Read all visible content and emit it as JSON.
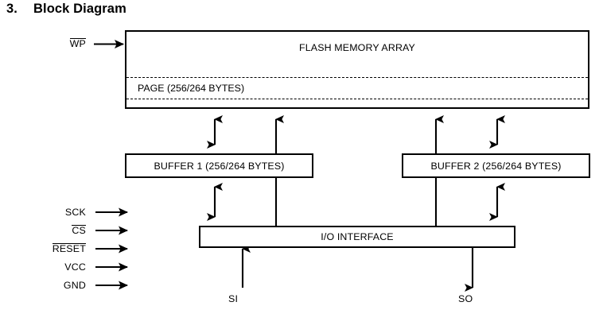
{
  "heading": {
    "number": "3.",
    "title": "Block Diagram"
  },
  "diagram": {
    "blocks": {
      "flash_array": "FLASH MEMORY ARRAY",
      "page_band": "PAGE (256/264 BYTES)",
      "buffer1": "BUFFER 1 (256/264 BYTES)",
      "buffer2": "BUFFER 2 (256/264 BYTES)",
      "io_interface": "I/O INTERFACE"
    },
    "pins": {
      "wp": {
        "label": "WP",
        "active_low": true,
        "direction": "input",
        "side": "left"
      },
      "sck": {
        "label": "SCK",
        "active_low": false,
        "direction": "input",
        "side": "left"
      },
      "cs": {
        "label": "CS",
        "active_low": true,
        "direction": "input",
        "side": "left"
      },
      "reset": {
        "label": "RESET",
        "active_low": true,
        "direction": "input",
        "side": "left"
      },
      "vcc": {
        "label": "VCC",
        "active_low": false,
        "direction": "input",
        "side": "left"
      },
      "gnd": {
        "label": "GND",
        "active_low": false,
        "direction": "input",
        "side": "left"
      },
      "si": {
        "label": "SI",
        "active_low": false,
        "direction": "input",
        "side": "bottom"
      },
      "so": {
        "label": "SO",
        "active_low": false,
        "direction": "output",
        "side": "bottom"
      }
    },
    "colors": {
      "line": "#000000",
      "background": "#ffffff",
      "text": "#000000"
    }
  }
}
